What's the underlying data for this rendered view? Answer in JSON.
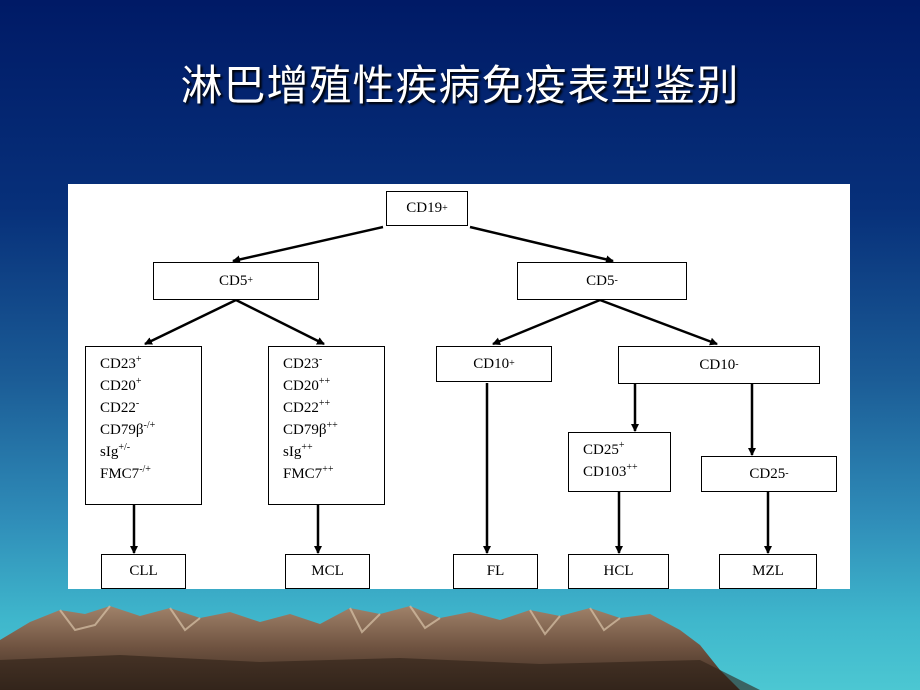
{
  "title": "淋巴增殖性疾病免疫表型鉴别",
  "nodes": {
    "cd19pos": {
      "base": "CD19",
      "sup": "+"
    },
    "cd5pos": {
      "base": "CD5",
      "sup": "+"
    },
    "cd5neg": {
      "base": "CD5",
      "sup": "-"
    },
    "cll_markers": [
      {
        "base": "CD23",
        "sup": "+"
      },
      {
        "base": "CD20",
        "sup": "+"
      },
      {
        "base": "CD22",
        "sup": "-"
      },
      {
        "base": "CD79β",
        "sup": "-/+"
      },
      {
        "base": "sIg",
        "sup": "+/-"
      },
      {
        "base": "FMC7",
        "sup": "-/+"
      }
    ],
    "mcl_markers": [
      {
        "base": "CD23",
        "sup": "-"
      },
      {
        "base": "CD20",
        "sup": "++"
      },
      {
        "base": "CD22",
        "sup": "++"
      },
      {
        "base": "CD79β",
        "sup": "++"
      },
      {
        "base": "sIg",
        "sup": "++"
      },
      {
        "base": "FMC7",
        "sup": "++"
      }
    ],
    "cd10pos": {
      "base": "CD10",
      "sup": "+"
    },
    "cd10neg": {
      "base": "CD10",
      "sup": "-"
    },
    "hcl_markers": [
      {
        "base": "CD25",
        "sup": "+"
      },
      {
        "base": "CD103",
        "sup": "++"
      }
    ],
    "cd25neg": {
      "base": "CD25",
      "sup": "-"
    },
    "leaves": {
      "cll": "CLL",
      "mcl": "MCL",
      "fl": "FL",
      "hcl": "HCL",
      "mzl": "MZL"
    }
  }
}
